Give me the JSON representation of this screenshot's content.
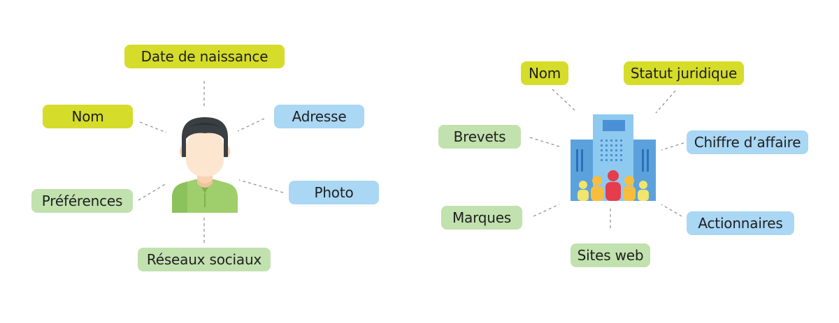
{
  "person": {
    "icon": "person-icon",
    "date_naissance": "Date de naissance",
    "nom": "Nom",
    "adresse": "Adresse",
    "preferences": "Préférences",
    "photo": "Photo",
    "reseaux_sociaux": "Réseaux sociaux"
  },
  "company": {
    "icon": "building-with-people-icon",
    "nom": "Nom",
    "statut_juridique": "Statut juridique",
    "brevets": "Brevets",
    "chiffre_affaire": "Chiffre d’affaire",
    "marques": "Marques",
    "actionnaires": "Actionnaires",
    "sites_web": "Sites web"
  },
  "colors": {
    "lime": "#d5dc2a",
    "blue": "#a9d7f4",
    "green": "#c1e1ae"
  }
}
